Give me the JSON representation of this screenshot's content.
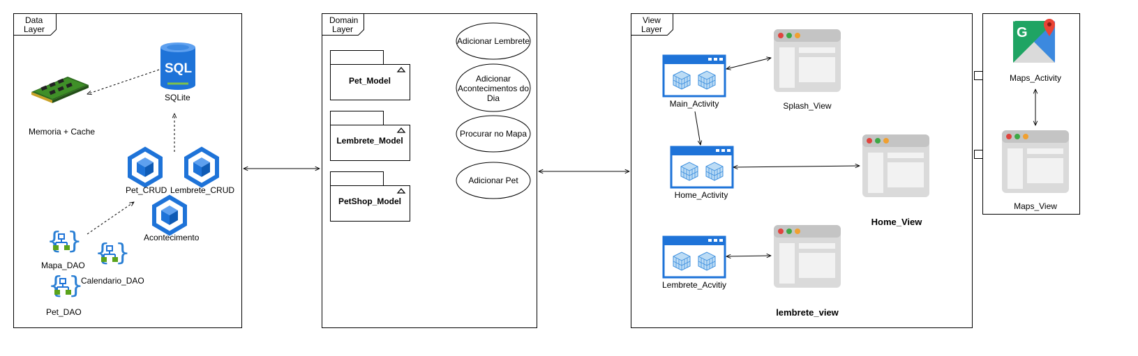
{
  "layers": {
    "data": {
      "title_line1": "Data",
      "title_line2": "Layer"
    },
    "domain": {
      "title_line1": "Domain",
      "title_line2": "Layer"
    },
    "view": {
      "title_line1": "View",
      "title_line2": "Layer"
    }
  },
  "data_layer": {
    "memory": "Memoria + Cache",
    "sqlite": "SQLite",
    "sql_badge": "SQL",
    "pet_crud": "Pet_CRUD",
    "lembrete_crud": "Lembrete_CRUD",
    "acontecimento": "Acontecimento",
    "mapa_dao": "Mapa_DAO",
    "calendario_dao": "Calendario_DAO",
    "pet_dao": "Pet_DAO"
  },
  "domain_layer": {
    "packages": [
      "Pet_Model",
      "Lembrete_Model",
      "PetShop_Model"
    ],
    "use_cases": {
      "adicionar_lembrete": "Adicionar Lembrete",
      "acontecimentos_l1": "Adicionar",
      "acontecimentos_l2": "Acontecimentos do",
      "acontecimentos_l3": "Dia",
      "procurar_mapa": "Procurar no Mapa",
      "adicionar_pet": "Adicionar Pet"
    }
  },
  "view_layer": {
    "main_activity": "Main_Activity",
    "splash_view": "Splash_View",
    "home_activity": "Home_Activity",
    "home_view": "Home_View",
    "lembrete_activity": "Lembrete_Acvitiy",
    "lembrete_view": "lembrete_view"
  },
  "maps": {
    "maps_activity": "Maps_Activity",
    "maps_view": "Maps_View",
    "logo_letter": "G"
  },
  "colors": {
    "azure_blue": "#1e73d8",
    "green_chip": "#5aa31b",
    "window_gray": "#d8d8d8",
    "dot_red": "#e0443e",
    "dot_green": "#3ea845",
    "dot_orange": "#f0a030"
  }
}
